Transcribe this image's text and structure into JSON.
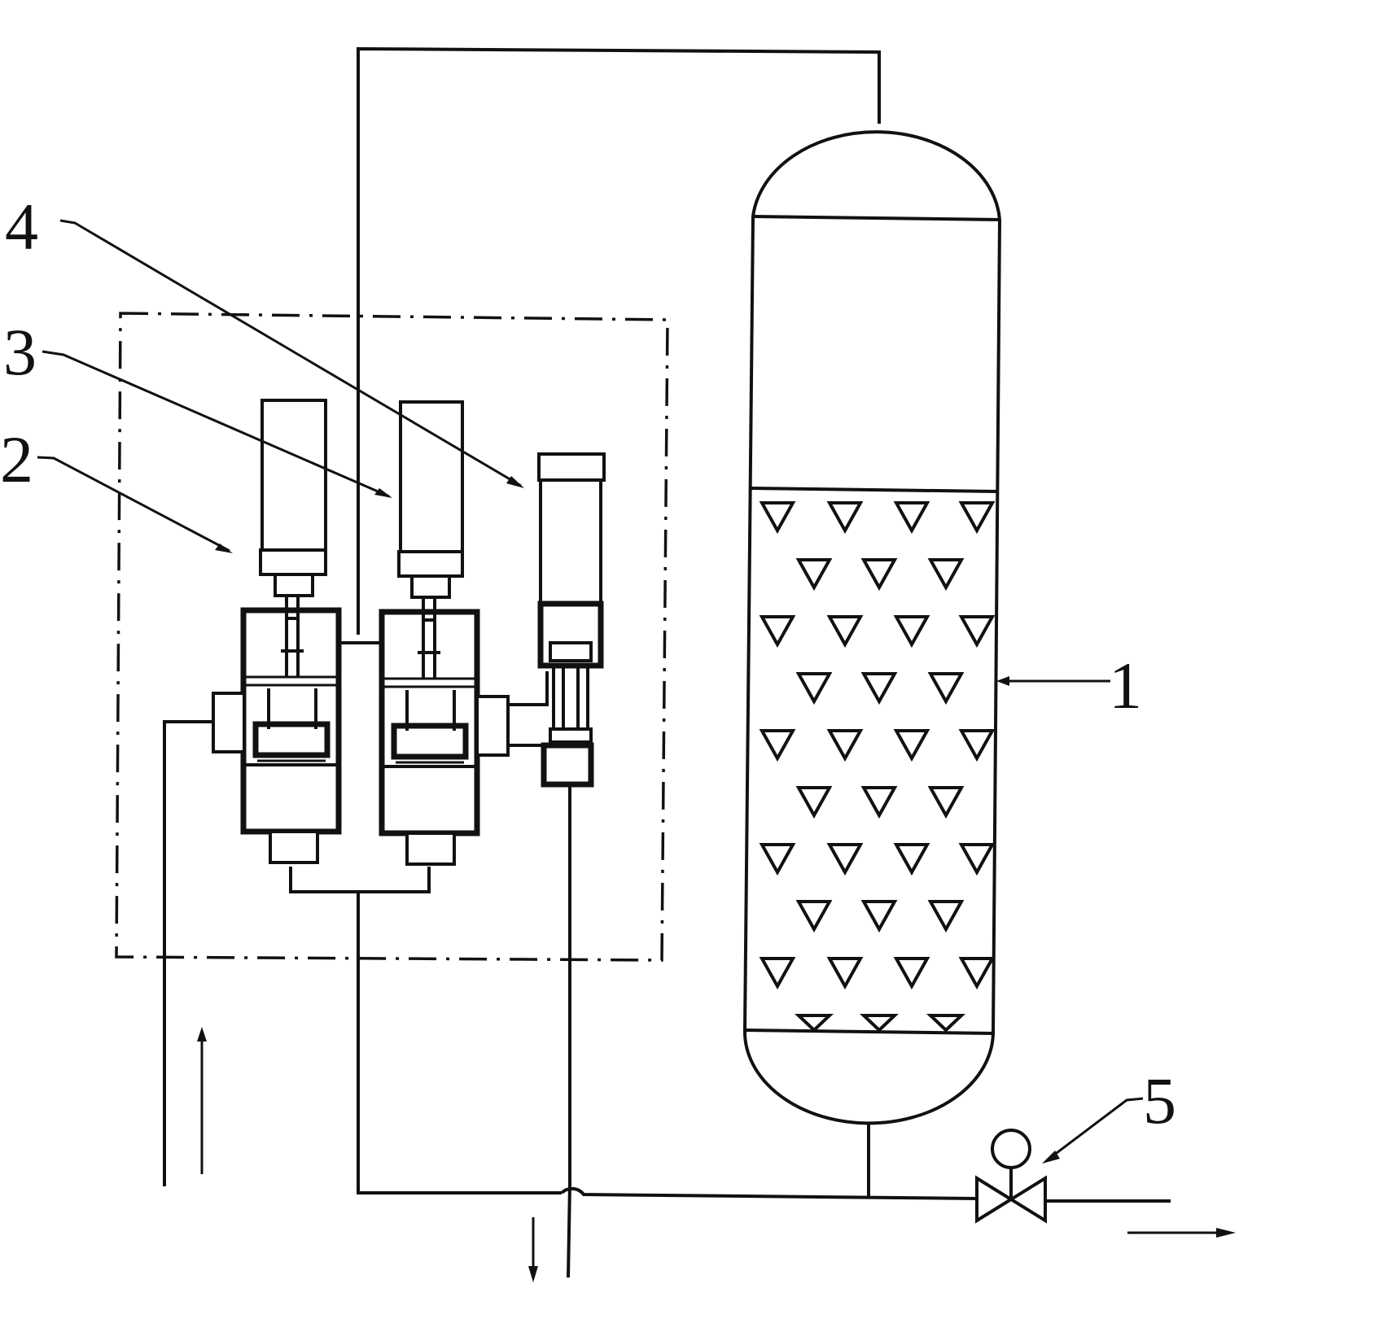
{
  "labels": {
    "reactor": "1",
    "unit_2": "2",
    "unit_3": "3",
    "unit_4": "4",
    "valve": "5"
  }
}
